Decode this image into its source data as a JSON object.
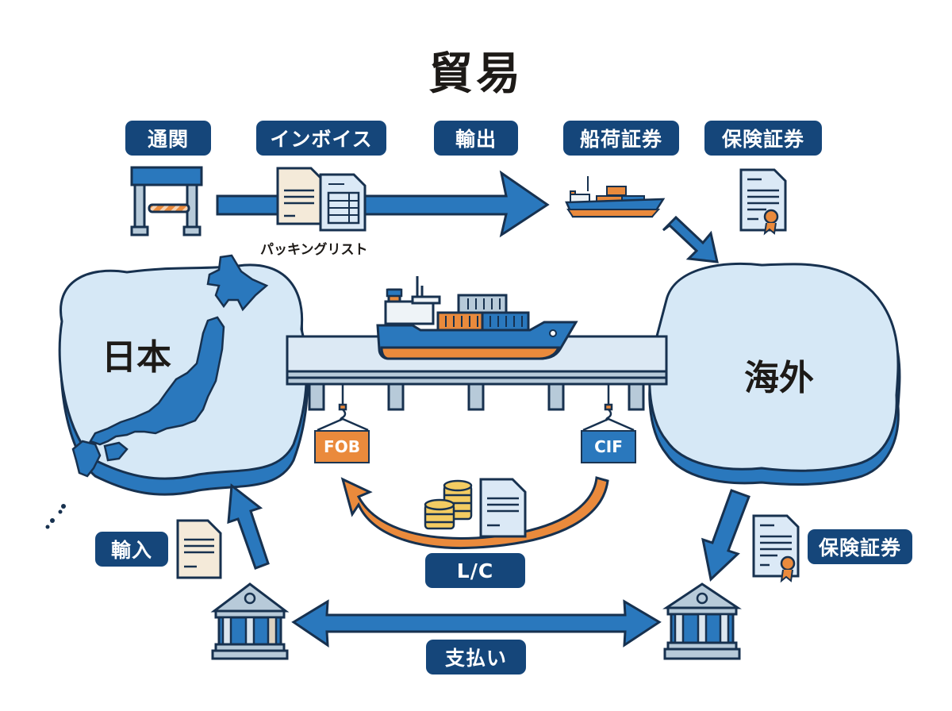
{
  "title": "貿易",
  "colors": {
    "navy": "#15467a",
    "blue": "#2a78bd",
    "light_blue": "#d6e8f6",
    "orange": "#ea8a3c",
    "outline": "#17314f",
    "steel": "#b7cad9",
    "gold": "#f3cc62"
  },
  "top_steps": [
    {
      "label": "通関",
      "icon": "customs-gate-icon"
    },
    {
      "label": "インボイス",
      "icon": "invoice-documents-icon"
    },
    {
      "label": "輸出",
      "icon": "export-arrow-icon"
    },
    {
      "label": "船荷証券",
      "icon": "cargo-ship-icon"
    },
    {
      "label": "保険証券",
      "icon": "certificate-icon"
    }
  ],
  "packing_list_caption": "パッキングリスト",
  "regions": {
    "japan": "日本",
    "overseas": "海外"
  },
  "incoterms": {
    "fob": "FOB",
    "cif": "CIF"
  },
  "lc_label": "L/C",
  "import_label": "輸入",
  "insurance_label_bottom": "保険証券",
  "payment_label": "支払い"
}
